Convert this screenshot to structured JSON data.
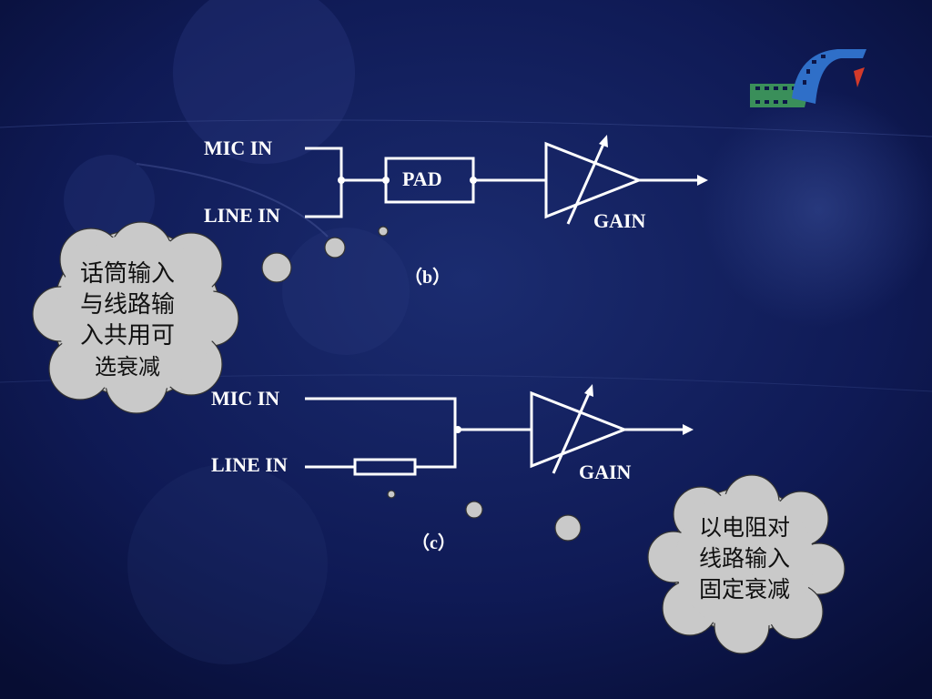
{
  "diagram_b": {
    "mic_in": "MIC IN",
    "line_in": "LINE IN",
    "pad": "PAD",
    "gain": "GAIN",
    "caption": "（b）"
  },
  "diagram_c": {
    "mic_in": "MIC IN",
    "line_in": "LINE IN",
    "gain": "GAIN",
    "caption": "（c）"
  },
  "callout_b": {
    "lines": [
      "话筒输入",
      "与线路输",
      "入共用可",
      "选衰减"
    ]
  },
  "callout_c": {
    "lines": [
      "以电阻对",
      "线路输入",
      "固定衰减"
    ]
  },
  "colors": {
    "background": "#0c1648",
    "wire": "#ffffff",
    "cloud": "#c9c9c9",
    "logo_green": "#3a8f5a",
    "logo_blue": "#2f6fc8",
    "logo_red": "#d23a2a"
  }
}
